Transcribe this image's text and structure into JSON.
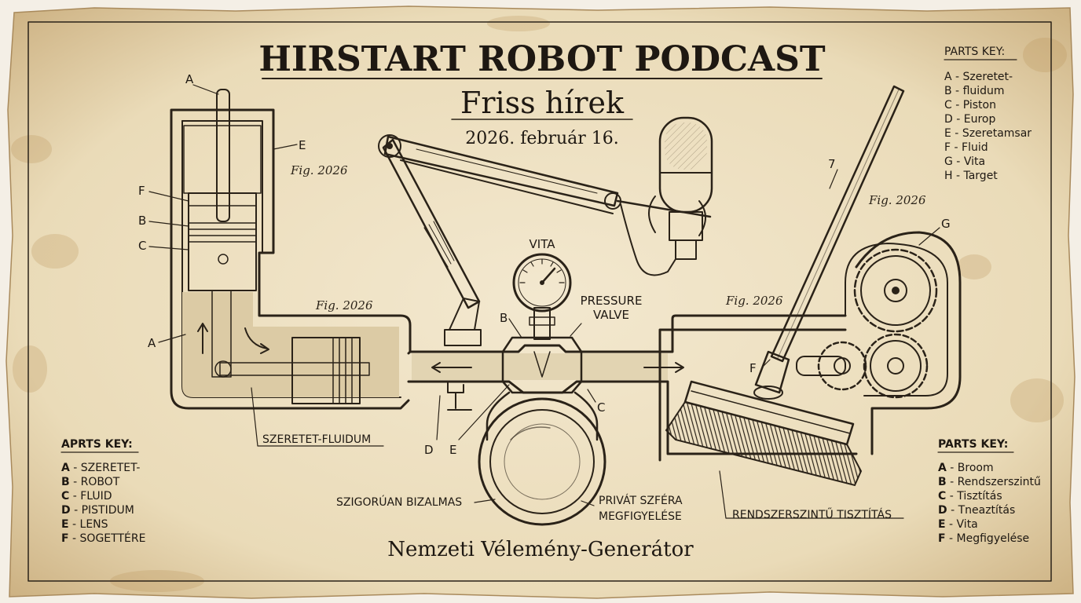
{
  "header": {
    "title": "HIRSTART ROBOT PODCAST",
    "subtitle": "Friss hírek",
    "date": "2026. február 16."
  },
  "footer": {
    "caption": "Nemzeti Vélemény-Generátor"
  },
  "figure_labels": {
    "fig_top_left": "Fig. 2026",
    "fig_mid_left": "Fig. 2026",
    "fig_mid_right": "Fig. 2026",
    "fig_top_right": "Fig. 2026"
  },
  "callouts": {
    "a_top": "A",
    "e_top": "E",
    "f_left": "F",
    "b_left": "B",
    "c_left": "C",
    "a_left": "A",
    "vita": "VITA",
    "pressure_valve_1": "PRESSURE",
    "pressure_valve_2": "VALVE",
    "b_mid": "B",
    "c_mid": "C",
    "d_mid": "D",
    "e_mid": "E",
    "seven": "7",
    "g_right": "G",
    "f_right": "F",
    "szeretet_fluidum": "SZERETET-FLUIDUM",
    "szigoruan_bizalmas": "SZIGORÚAN BIZALMAS",
    "privat_1": "PRIVÁT SZFÉRA",
    "privat_2": "MEGFIGYELÉSE",
    "rendszerszintu": "RENDSZERSZINTŰ TISZTÍTÁS"
  },
  "keys": {
    "top_right": {
      "title": "PARTS KEY:",
      "items": [
        {
          "letter": "A",
          "text": "Szeretet-"
        },
        {
          "letter": "B",
          "text": "fluidum"
        },
        {
          "letter": "C",
          "text": "Piston"
        },
        {
          "letter": "D",
          "text": "Europ"
        },
        {
          "letter": "E",
          "text": "Szeretamsar"
        },
        {
          "letter": "F",
          "text": "Fluid"
        },
        {
          "letter": "G",
          "text": "Vita"
        },
        {
          "letter": "H",
          "text": "Target"
        }
      ]
    },
    "bottom_left": {
      "title": "APRTS KEY:",
      "items": [
        {
          "letter": "A",
          "text": "SZERETET-"
        },
        {
          "letter": "B",
          "text": "ROBOT"
        },
        {
          "letter": "C",
          "text": "FLUID"
        },
        {
          "letter": "D",
          "text": "PISTIDUM"
        },
        {
          "letter": "E",
          "text": "LENS"
        },
        {
          "letter": "F",
          "text": "SOGETTÉRE"
        }
      ]
    },
    "bottom_right": {
      "title": "PARTS KEY:",
      "items": [
        {
          "letter": "A",
          "text": "Broom"
        },
        {
          "letter": "B",
          "text": "Rendszerszintű"
        },
        {
          "letter": "C",
          "text": "Tisztítás"
        },
        {
          "letter": "D",
          "text": "Tneaztítás"
        },
        {
          "letter": "E",
          "text": "Vita"
        },
        {
          "letter": "F",
          "text": "Megfigyelése"
        }
      ]
    }
  },
  "colors": {
    "paper": "#efe3c8",
    "paper_dark": "#d9c49b",
    "ink": "#1e1812",
    "stain": "#b98f52"
  }
}
